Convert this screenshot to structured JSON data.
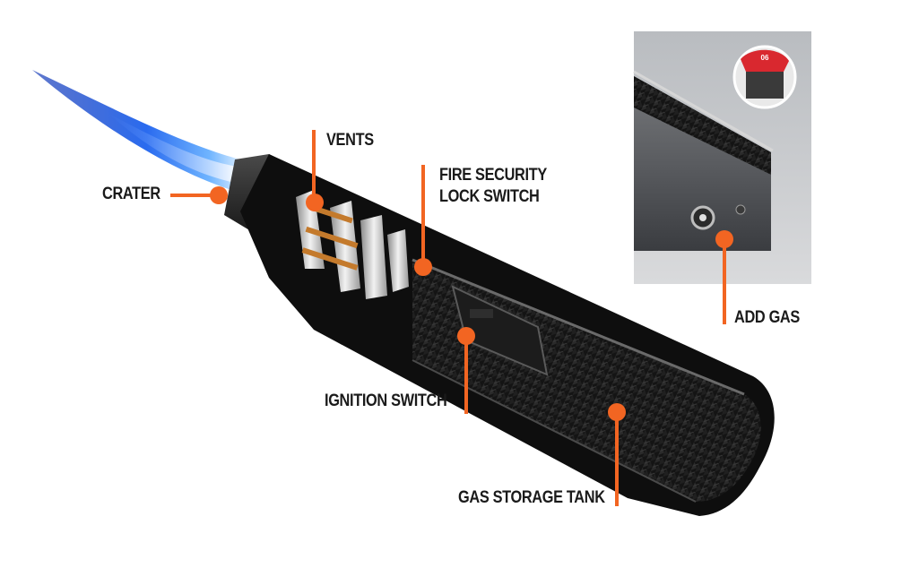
{
  "callouts": {
    "crater": "CRATER",
    "vents": "VENTS",
    "fire_security_line1": "FIRE SECURITY",
    "fire_security_line2": "LOCK SWITCH",
    "ignition_switch": "IGNITION SWITCH",
    "gas_storage_tank": "GAS STORAGE TANK",
    "add_gas": "ADD GAS"
  },
  "inset": {
    "badge_text": "06"
  },
  "colors": {
    "accent": "#f26522",
    "flame_blue": "#1f5fe0",
    "body_dark": "#151515",
    "inset_bg": "#c9cbce"
  }
}
